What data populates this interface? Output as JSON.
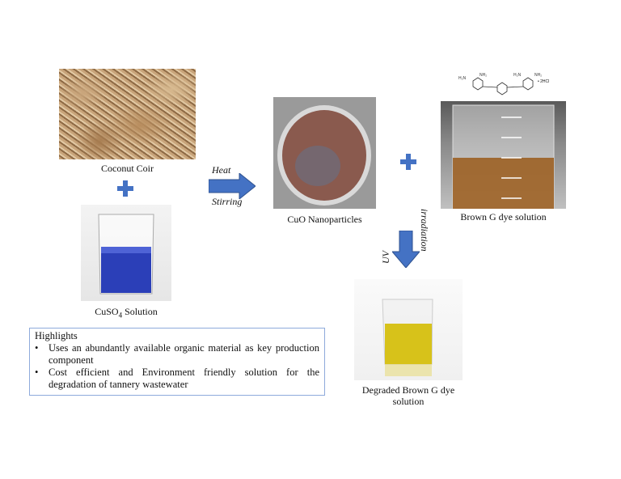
{
  "items": {
    "coconut": {
      "label": "Coconut Coir"
    },
    "cuso4": {
      "label_main": "CuSO",
      "label_sub": "4",
      "label_rest": " Solution"
    },
    "cuo": {
      "label": "CuO Nanoparticles"
    },
    "dye": {
      "label": "Brown G dye solution",
      "structure_note": "• 2HCl"
    },
    "degraded": {
      "label_line1": "Degraded Brown G dye",
      "label_line2": "solution"
    }
  },
  "arrows": {
    "heat": {
      "top": "Heat",
      "bottom": "Stirring"
    },
    "uv": {
      "left": "UV",
      "right": "irradiation"
    }
  },
  "highlights": {
    "title": "Highlights",
    "items": [
      "Uses an abundantly available organic material as key production component",
      "Cost efficient and Environment friendly solution for the degradation of tannery wastewater"
    ]
  },
  "colors": {
    "accent": "#4472c4",
    "box_border": "#8eaadb"
  }
}
